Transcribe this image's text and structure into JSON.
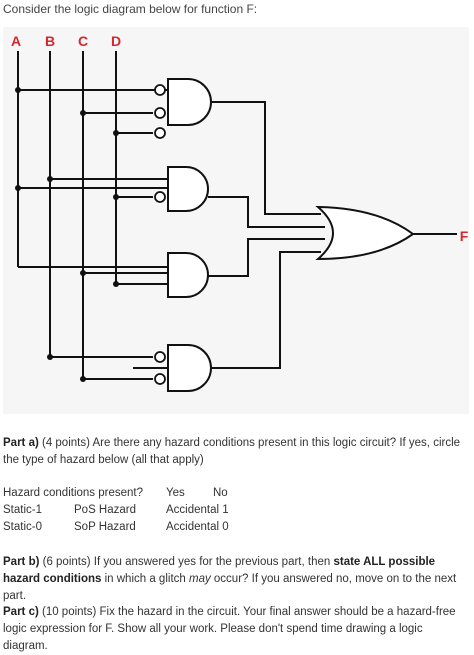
{
  "intro": "Consider the logic diagram below for function F:",
  "diagram": {
    "inputs": [
      "A",
      "B",
      "C",
      "D"
    ],
    "output": "F",
    "input_color": "#d9262e",
    "output_color": "#d9262e"
  },
  "part_a": {
    "label": "Part a)",
    "text": " (4 points) Are there any hazard conditions present in this logic circuit? If yes, circle the type of hazard below (all that apply)"
  },
  "hazard_table": {
    "question": "Hazard conditions present?",
    "yes": "Yes",
    "no": "No",
    "rows": [
      [
        "Static-1",
        "PoS Hazard",
        "Accidental 1"
      ],
      [
        "Static-0",
        "SoP Hazard",
        "Accidental 0"
      ]
    ]
  },
  "part_b": {
    "label": "Part b)",
    "t1": " (6 points) If you answered yes for the previous part, then ",
    "bold": "state ALL possible hazard conditions",
    "t2": " in which a glitch ",
    "italic": "may",
    "t3": " occur? If you answered no, move on to the next part."
  },
  "part_c": {
    "label": "Part c)",
    "text": " (10 points) Fix the hazard in the circuit. Your final answer should be a hazard-free logic expression for F. Show all your work. Please don't spend time drawing a logic diagram."
  }
}
